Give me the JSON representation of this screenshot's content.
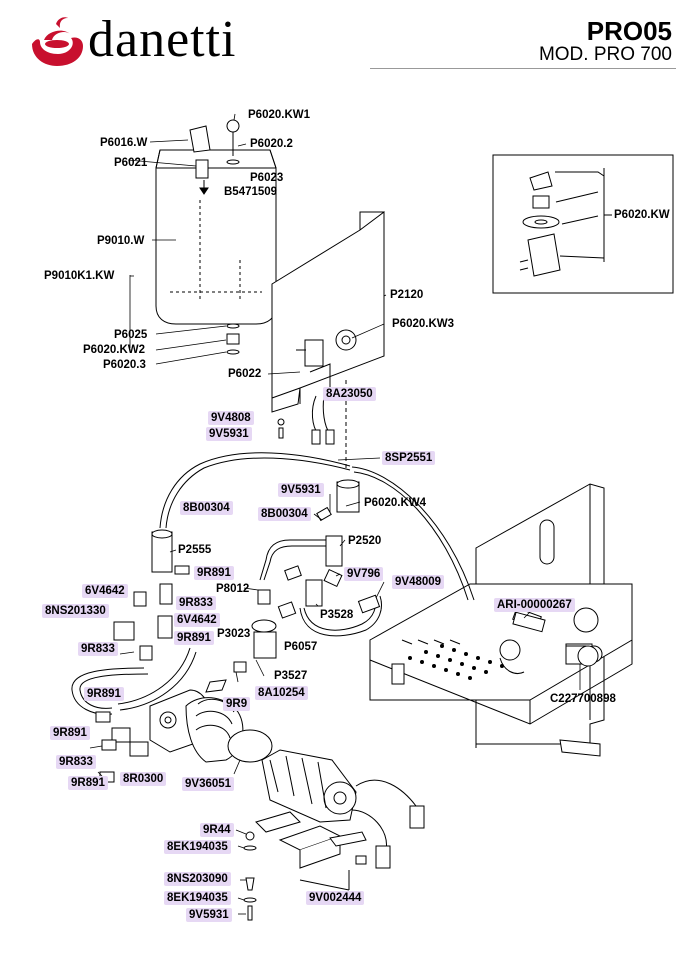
{
  "brand": {
    "name": "danetti",
    "logo_icon": "danetti-swirl-logo",
    "logo_color": "#c8102e"
  },
  "model": {
    "code": "PRO05",
    "name": "MOD. PRO 700"
  },
  "highlight_color": "#e6d8f4",
  "parts": {
    "P6020_KW1": "P6020.KW1",
    "P6016_W": "P6016.W",
    "P6020_2": "P6020.2",
    "P6021": "P6021",
    "P6023": "P6023",
    "B5471509": "B5471509",
    "P9010_W": "P9010.W",
    "P9010K1_KW": "P9010K1.KW",
    "P6025": "P6025",
    "P6020_KW2": "P6020.KW2",
    "P6020_3": "P6020.3",
    "P6020_KW": "P6020.KW",
    "P2120": "P2120",
    "P6020_KW3": "P6020.KW3",
    "P6022": "P6022",
    "8A23050": "8A23050",
    "9V4808": "9V4808",
    "9V5931_a": "9V5931",
    "8SP2551": "8SP2551",
    "8B00304_a": "8B00304",
    "9V5931_b": "9V5931",
    "P6020_KW4": "P6020.KW4",
    "8B00304_b": "8B00304",
    "P2520": "P2520",
    "P2555": "P2555",
    "9R891_a": "9R891",
    "P8012": "P8012",
    "9V796": "9V796",
    "9V48009": "9V48009",
    "6V4642_a": "6V4642",
    "9R833_a": "9R833",
    "P3528": "P3528",
    "8NS201330": "8NS201330",
    "6V4642_b": "6V4642",
    "ARI_00000267": "ARI-00000267",
    "9R891_b": "9R891",
    "P3023": "P3023",
    "P6057": "P6057",
    "9R833_b": "9R833",
    "P3527": "P3527",
    "9R891_c": "9R891",
    "8A10254": "8A10254",
    "9R9": "9R9",
    "C227700898": "C227700898",
    "9R891_d": "9R891",
    "9R833_c": "9R833",
    "8R0300": "8R0300",
    "9R891_e": "9R891",
    "9V36051": "9V36051",
    "9R44": "9R44",
    "8EK194035_a": "8EK194035",
    "8NS203090": "8NS203090",
    "8EK194035_b": "8EK194035",
    "9V002444": "9V002444",
    "9V5931_c": "9V5931"
  }
}
